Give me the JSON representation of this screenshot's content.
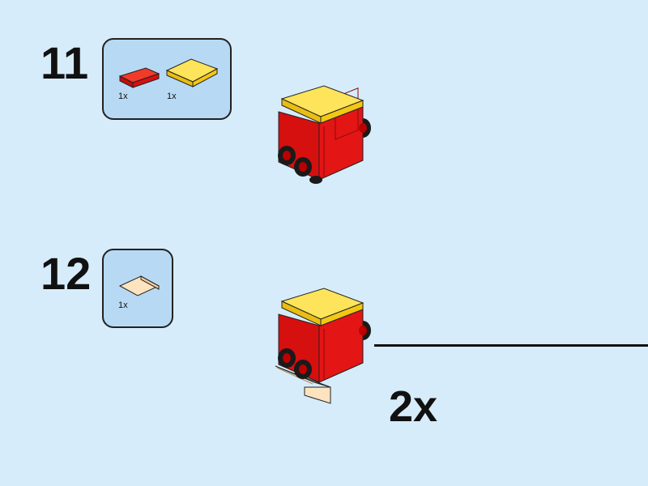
{
  "steps": [
    {
      "number": "11",
      "parts": [
        {
          "qty": "1x",
          "part_color": "#e01010",
          "icon": "red-tile-1x2-icon"
        },
        {
          "qty": "1x",
          "part_color": "#f6d31e",
          "icon": "yellow-tile-2x2-icon"
        }
      ]
    },
    {
      "number": "12",
      "parts": [
        {
          "qty": "1x",
          "part_color": "#fde3bf",
          "icon": "tan-slope-icon"
        }
      ]
    }
  ],
  "step12_multiplier": "2x",
  "colors": {
    "background": "#d6ecfa",
    "parts_box": "#b8d9f3",
    "brick_red": "#e01010",
    "brick_yellow": "#f6d31e",
    "brick_tan": "#fde3bf"
  }
}
